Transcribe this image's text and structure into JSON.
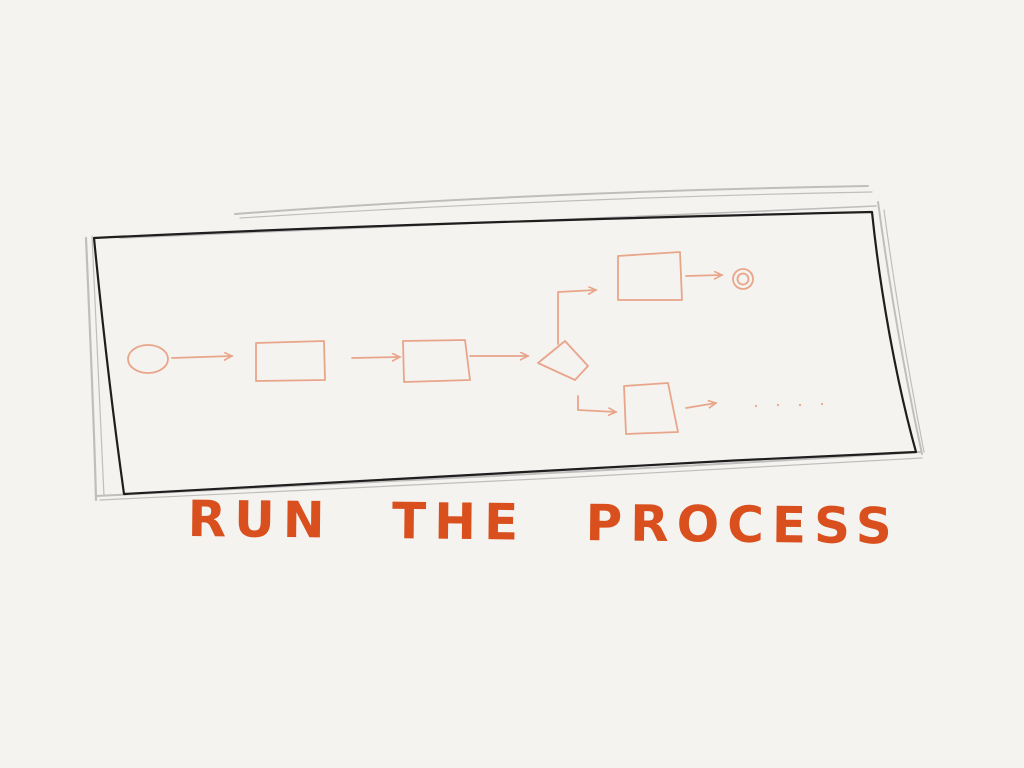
{
  "caption": {
    "words": [
      "RUN",
      "THE",
      "PROCESS"
    ]
  },
  "colors": {
    "background": "#f4f3f0",
    "frame_dark": "#1e1e1e",
    "frame_shadow": "#a8a8a8",
    "process_stroke": "#e9a589",
    "caption": "#d9501e"
  },
  "diagram": {
    "flow": [
      "start-event",
      "task",
      "task",
      "gateway",
      "task",
      "end-event"
    ],
    "alternate_branch": [
      "task",
      "continuation-dots"
    ]
  }
}
